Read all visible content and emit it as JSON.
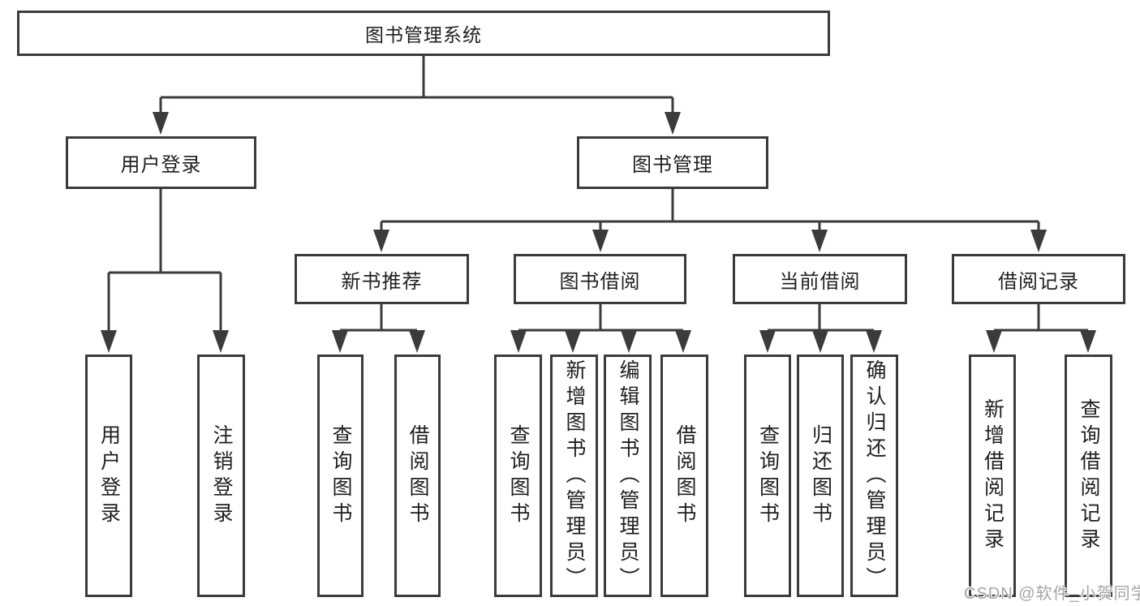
{
  "tree": {
    "root": {
      "label": "图书管理系统"
    },
    "children": [
      {
        "label": "用户登录",
        "children": [
          {
            "label": "用户登录"
          },
          {
            "label": "注销登录"
          }
        ]
      },
      {
        "label": "图书管理",
        "children": [
          {
            "label": "新书推荐",
            "children": [
              {
                "label": "查询图书"
              },
              {
                "label": "借阅图书"
              }
            ]
          },
          {
            "label": "图书借阅",
            "children": [
              {
                "label": "查询图书"
              },
              {
                "label": "新增图书（管理员）"
              },
              {
                "label": "编辑图书（管理员）"
              },
              {
                "label": "借阅图书"
              }
            ]
          },
          {
            "label": "当前借阅",
            "children": [
              {
                "label": "查询图书"
              },
              {
                "label": "归还图书"
              },
              {
                "label": "确认归还（管理员）"
              }
            ]
          },
          {
            "label": "借阅记录",
            "children": [
              {
                "label": "新增借阅记录"
              },
              {
                "label": "查询借阅记录"
              }
            ]
          }
        ]
      }
    ]
  },
  "watermark": {
    "text": "CSDN @软件_小贺同学"
  },
  "colors": {
    "line": "#3b3b3b",
    "text": "#1f1f1f",
    "box_bg": "#ffffff",
    "page_bg": "#ffffff",
    "watermark": "#a5a5a5"
  }
}
